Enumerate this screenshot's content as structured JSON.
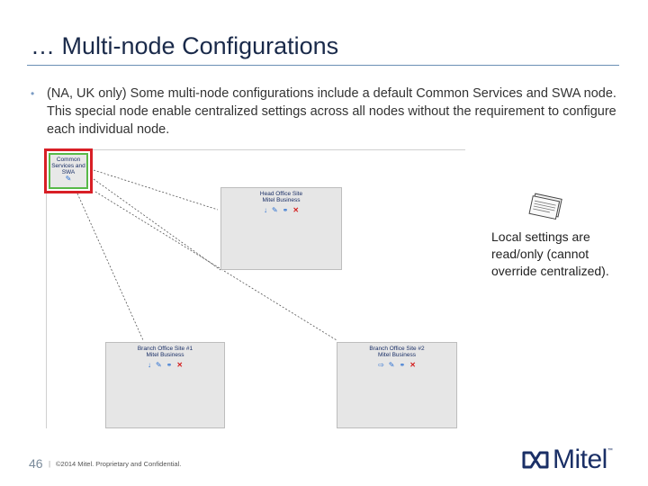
{
  "slide": {
    "title": "… Multi-node Configurations",
    "bullet": "(NA, UK only) Some multi-node configurations include a default Common Services and SWA node. This special node enable centralized settings across all nodes without the requirement to configure each individual node.",
    "bullet_marker": "•",
    "page_number": "46",
    "separator": "|",
    "footer": "©2014 Mitel. Proprietary and Confidential.",
    "logo_text": "Mitel",
    "logo_tm": "™",
    "note_icon": "stack-of-papers-icon"
  },
  "diagram": {
    "common_node": {
      "lines": [
        "Common",
        "Services and",
        "SWA"
      ],
      "icon": "tool-icon"
    },
    "head_office": {
      "lines": [
        "Head Office Site",
        "Mitel Business"
      ]
    },
    "branch_1": {
      "lines": [
        "Branch Office Site #1",
        "Mitel Business"
      ]
    },
    "branch_2": {
      "lines": [
        "Branch Office Site #2",
        "Mitel Business"
      ]
    },
    "note": "Local settings are read/only (cannot override centralized)."
  },
  "colors": {
    "highlight_border": "#d81f26",
    "inner_border": "#58b948",
    "title": "#1a2a4a",
    "logo": "#1a2f66"
  }
}
